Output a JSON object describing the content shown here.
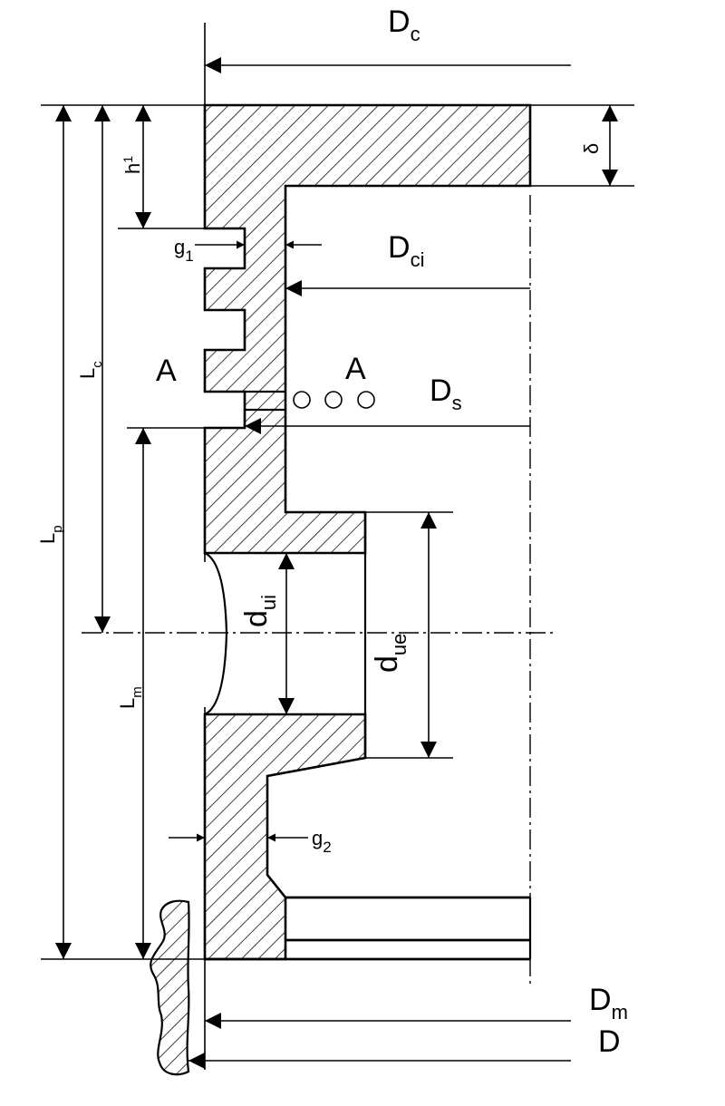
{
  "labels": {
    "Dc": {
      "main": "D",
      "sub": "c"
    },
    "Dci": {
      "main": "D",
      "sub": "ci"
    },
    "Ds": {
      "main": "D",
      "sub": "s"
    },
    "Dm": {
      "main": "D",
      "sub": "m"
    },
    "D": {
      "main": "D"
    },
    "delta": "δ",
    "h": {
      "main": "h",
      "sub": "1"
    },
    "g1": {
      "main": "g",
      "sub": "1"
    },
    "g2": {
      "main": "g",
      "sub": "2"
    },
    "Lc": {
      "main": "L",
      "sub": "c"
    },
    "Lp": {
      "main": "L",
      "sub": "p"
    },
    "Lm": {
      "main": "L",
      "sub": "m"
    },
    "dui": {
      "main": "d",
      "sub": "ui"
    },
    "due": {
      "main": "d",
      "sub": "ue"
    },
    "sectionA_left": "A",
    "sectionA_right": "A"
  }
}
